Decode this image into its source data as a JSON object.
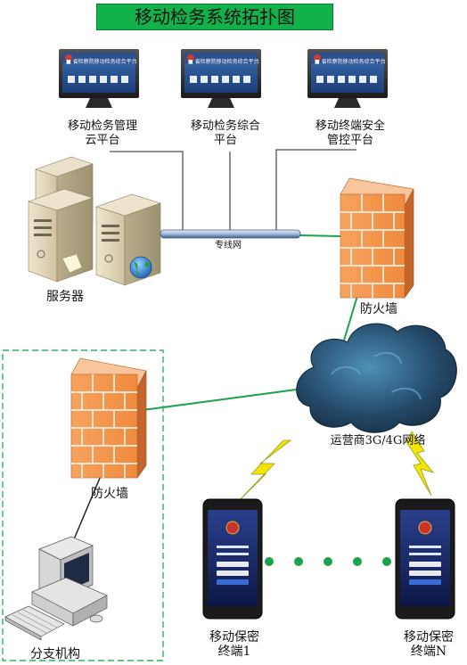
{
  "title": "移动检务系统拓扑图",
  "platforms": [
    {
      "line1": "移动检务管理",
      "line2": "云平台",
      "screen_text": "■ 省检察院移动检务综合平台"
    },
    {
      "line1": "移动检务综合",
      "line2": "平台",
      "screen_text": "■ 省检察院移动检务综合平台"
    },
    {
      "line1": "移动终端安全",
      "line2": "管控平台",
      "screen_text": "■ 省检察院移动检务综合平台"
    }
  ],
  "servers_label": "服务器",
  "leased_line_label": "专线网",
  "firewall_top_label": "防火墙",
  "firewall_left_label": "防火墙",
  "cloud_label": "运营商3G/4G网络",
  "terminals": [
    {
      "line1": "移动保密",
      "line2": "终端1"
    },
    {
      "line1": "移动保密",
      "line2": "终端N"
    }
  ],
  "branch_label": "分支机构",
  "colors": {
    "title_bg": "#12b24a",
    "link": "#1aa34a",
    "firewall": "#f7a060",
    "cloud": "#1f3f5a",
    "lightning": "#f2e600"
  }
}
